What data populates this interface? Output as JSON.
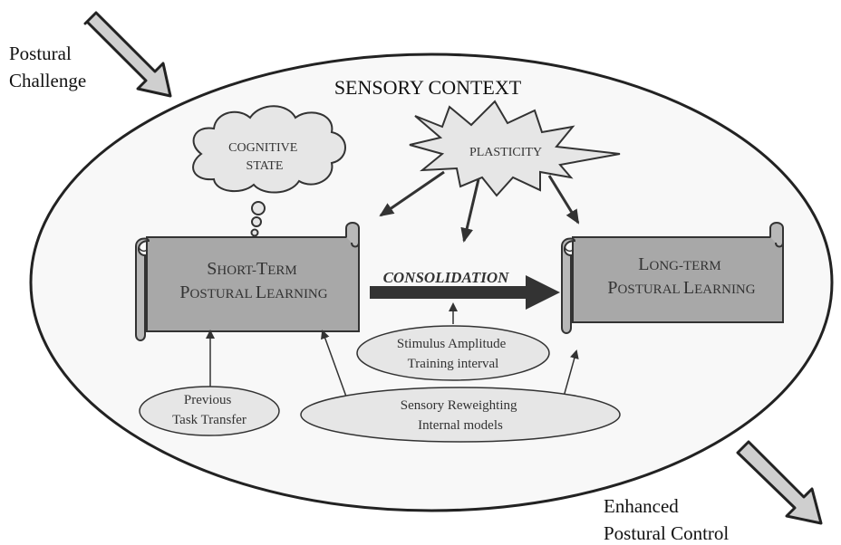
{
  "diagram": {
    "input_label": [
      "Postural",
      "Challenge"
    ],
    "output_label": [
      "Enhanced",
      "Postural Control"
    ],
    "context_title": "SENSORY CONTEXT",
    "cognitive_state": [
      "COGNITIVE",
      "STATE"
    ],
    "plasticity": "PLASTICITY",
    "short_term": {
      "line1_cap": "S",
      "line1_rest": "HORT-",
      "line1_cap2": "T",
      "line1_rest2": "ERM",
      "line2_cap": "P",
      "line2_rest": "OSTURAL ",
      "line2_cap2": "L",
      "line2_rest2": "EARNING"
    },
    "long_term": {
      "line1_cap": "L",
      "line1_rest": "ONG-TERM",
      "line2_cap": "P",
      "line2_rest": "OSTURAL ",
      "line2_cap2": "L",
      "line2_rest2": "EARNING"
    },
    "consolidation": "CONSOLIDATION",
    "stimulus": [
      "Stimulus Amplitude",
      "Training interval"
    ],
    "previous": [
      "Previous",
      "Task Transfer"
    ],
    "reweighting": [
      "Sensory Reweighting",
      "Internal models"
    ]
  },
  "colors": {
    "scroll_fill": "#a8a8a8",
    "ellipse_fill": "#e6e6e6",
    "context_fill": "#f8f8f8",
    "arrow_gray": "#cfcfcf",
    "stroke": "#444444"
  }
}
